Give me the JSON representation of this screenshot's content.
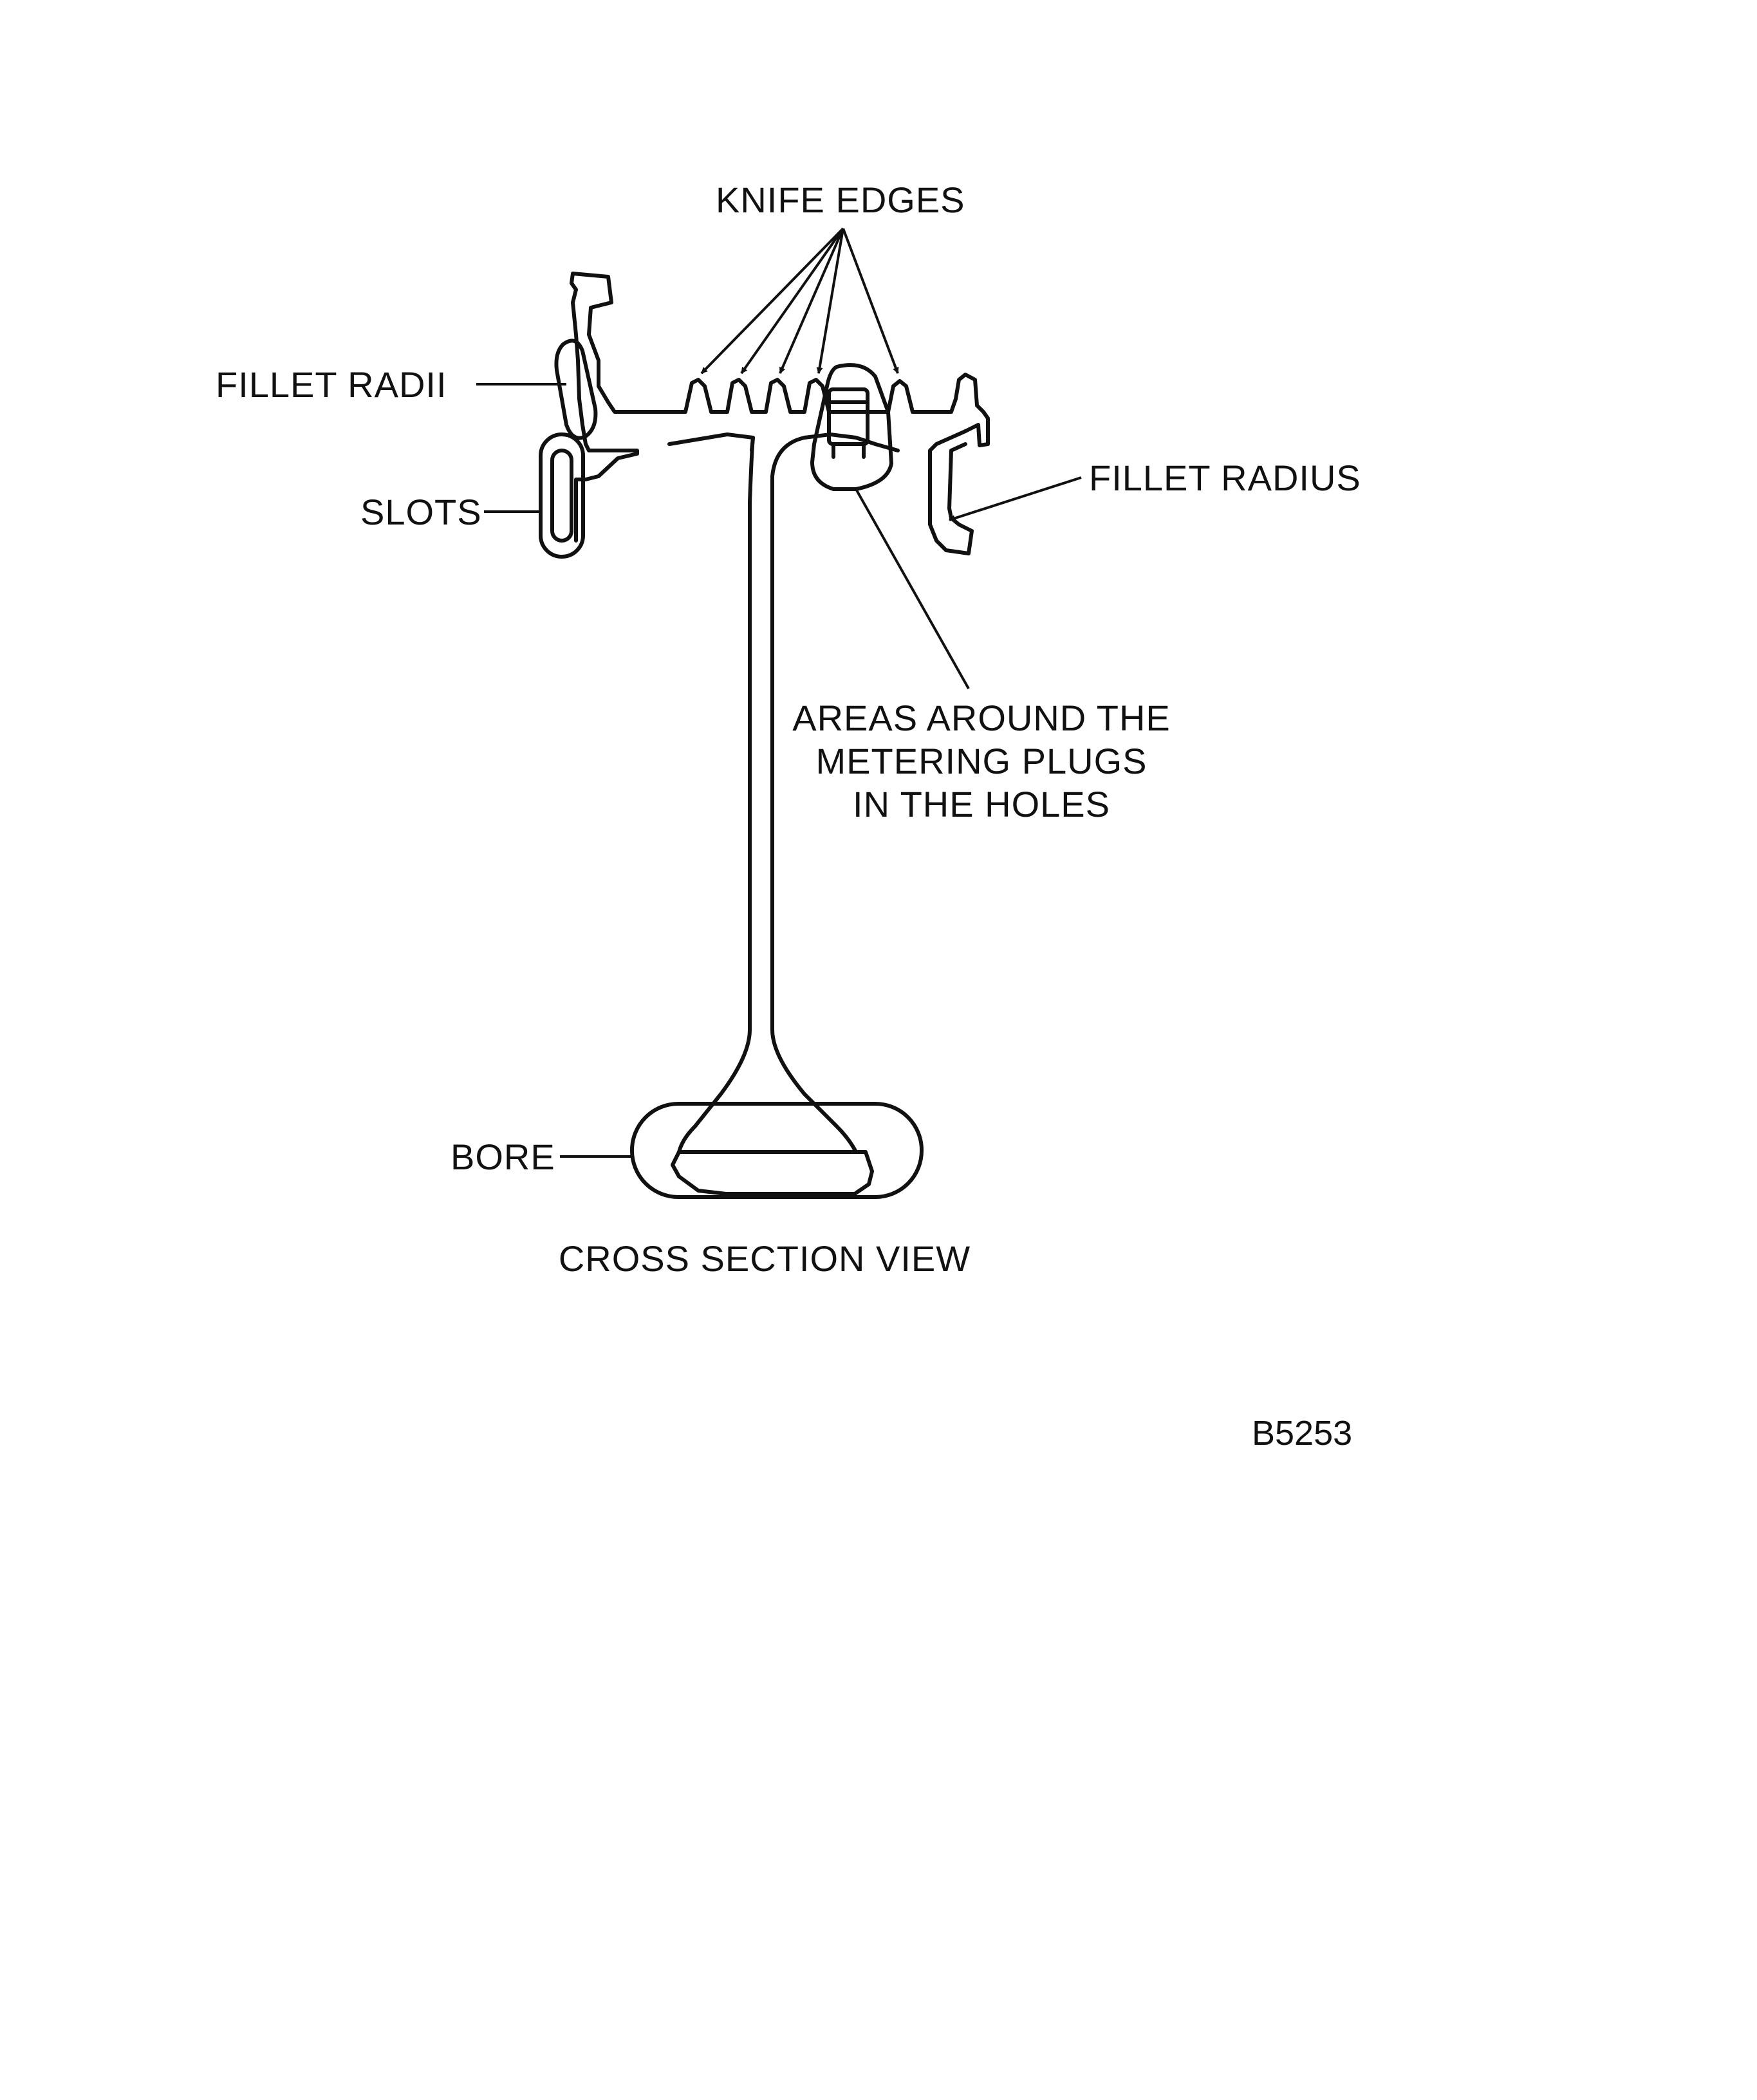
{
  "labels": {
    "knife_edges": "KNIFE EDGES",
    "fillet_radii": "FILLET RADII",
    "slots": "SLOTS",
    "fillet_radius": "FILLET RADIUS",
    "areas_line1": "AREAS AROUND THE",
    "areas_line2": "METERING PLUGS",
    "areas_line3": "IN THE HOLES",
    "bore": "BORE",
    "view_title": "CROSS SECTION VIEW",
    "figure_code": "B5253"
  },
  "colors": {
    "ink": "#111111",
    "paper": "#ffffff"
  }
}
